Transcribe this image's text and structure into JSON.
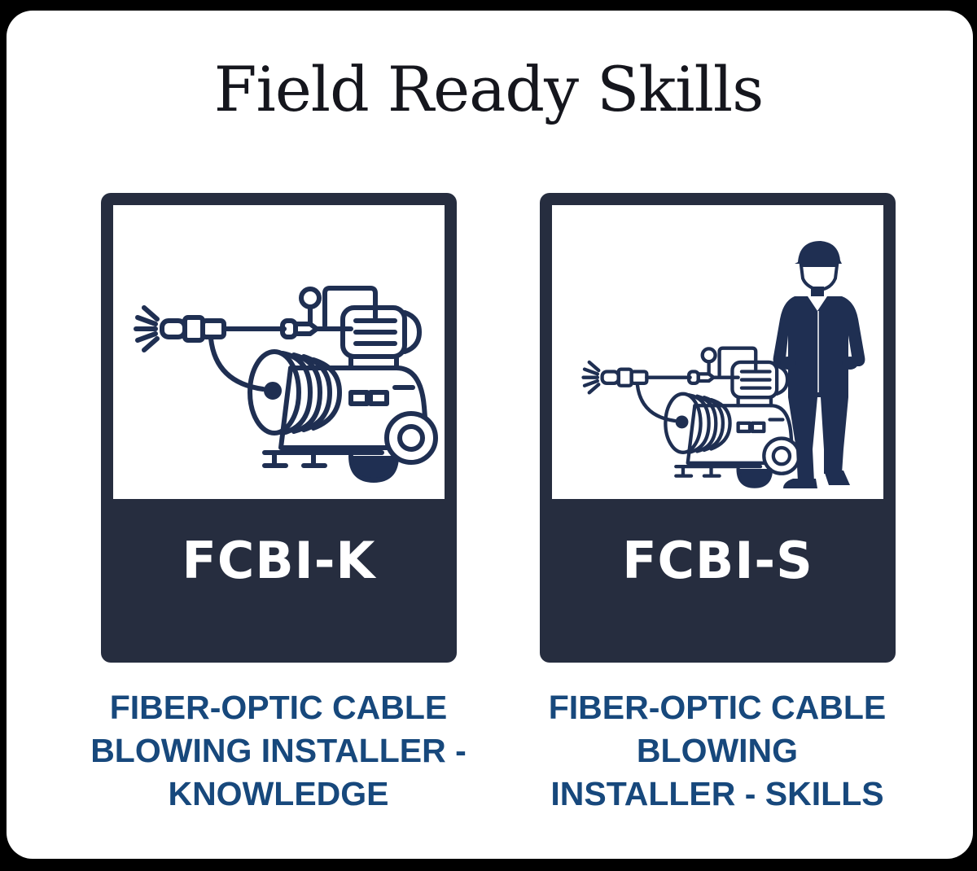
{
  "title": "Field Ready Skills",
  "colors": {
    "background": "#000000",
    "sheet": "#ffffff",
    "card": "#262d3f",
    "illustration": "#1f2f52",
    "description": "#17487c",
    "title": "#15161d"
  },
  "cards": [
    {
      "code": "FCBI-K",
      "illustration": "cable-blowing-machine-icon",
      "description_lines": [
        "FIBER-OPTIC CABLE",
        "BLOWING INSTALLER -",
        "KNOWLEDGE"
      ]
    },
    {
      "code": "FCBI-S",
      "illustration": "cable-blowing-machine-with-worker-icon",
      "description_lines": [
        "FIBER-OPTIC CABLE",
        "BLOWING",
        "INSTALLER - SKILLS"
      ]
    }
  ]
}
